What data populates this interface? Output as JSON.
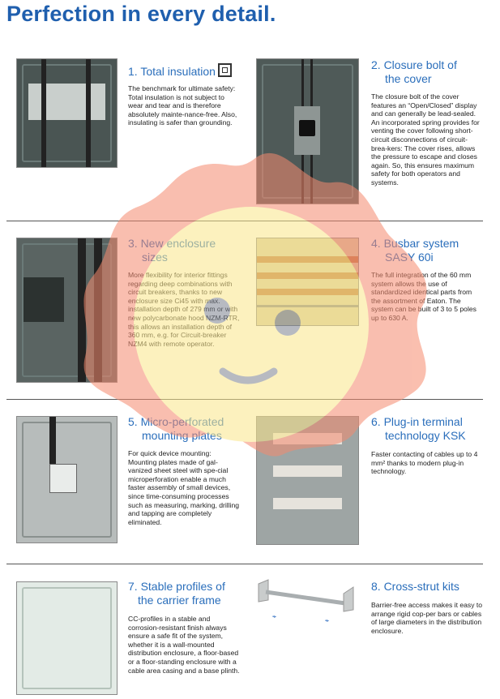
{
  "page_title": "Perfection in every detail.",
  "sections": [
    {
      "title_1": "1. Total insulation",
      "title_2": "",
      "icon": "total-insulation-symbol-icon",
      "body": "The benchmark for ultimate safety: Total insulation is not subject to wear and tear and is therefore absolutely mainte-nance-free. Also, insulating is safer than grounding."
    },
    {
      "title_1": "2. Closure bolt of",
      "title_2": "the cover",
      "body": "The closure bolt of the cover features an “Open/Closed” display and can generally be lead-sealed. An incorporated spring provides for venting the cover following short-circuit disconnections of circuit-brea-kers: The cover rises, allows the pressure to escape and closes again. So, this ensures maximum safety for both operators and systems."
    },
    {
      "title_1": "3. New enclosure",
      "title_2": "sizes",
      "body": "More flexibility for interior fittings regarding deep combinations with circuit breakers, thanks to new enclosure size Ci45 with max. installation depth of 279 mm or with new polycarbonate hood NZM-RTR, this allows an installation depth of 360 mm, e.g. for Circuit-breaker NZM4 with remote operator."
    },
    {
      "title_1": "4. Busbar system",
      "title_2": "SASY 60i",
      "body": "The full integration of the 60 mm system allows the use of standardized identical parts from the assortment of Eaton. The system can be built of 3 to 5 poles up to 630 A."
    },
    {
      "title_1": "5. Micro-perforated",
      "title_2": "mounting plates",
      "body": "For quick device mounting: Mounting plates made of gal-vanized sheet steel with spe-cial microperforation enable a much faster assembly of small devices, since time-consuming processes such as measuring, marking, drilling and tapping are completely eliminated."
    },
    {
      "title_1": "6. Plug-in terminal",
      "title_2": "technology KSK",
      "body": "Faster contacting of cables up to 4 mm² thanks to modern plug-in technology."
    },
    {
      "title_1": "7. Stable profiles of",
      "title_2": "the carrier frame",
      "body": "CC-profiles in a stable and corrosion-resistant finish always ensure a safe fit of the system, whether it is a wall-mounted distribution enclosure, a floor-based or a floor-standing enclosure with a cable area casing and a base plinth."
    },
    {
      "title_1": "8. Cross-strut kits",
      "title_2": "",
      "body": "Barrier-free access makes it easy to arrange rigid cop-per bars or cables of large diameters in the distribution enclosure."
    }
  ],
  "colors": {
    "heading": "#2a6ebb",
    "title": "#1f5fae",
    "sticker_outer": "#f7a08a",
    "sticker_inner": "#fbe79a",
    "sticker_face": "#8a8f99"
  }
}
